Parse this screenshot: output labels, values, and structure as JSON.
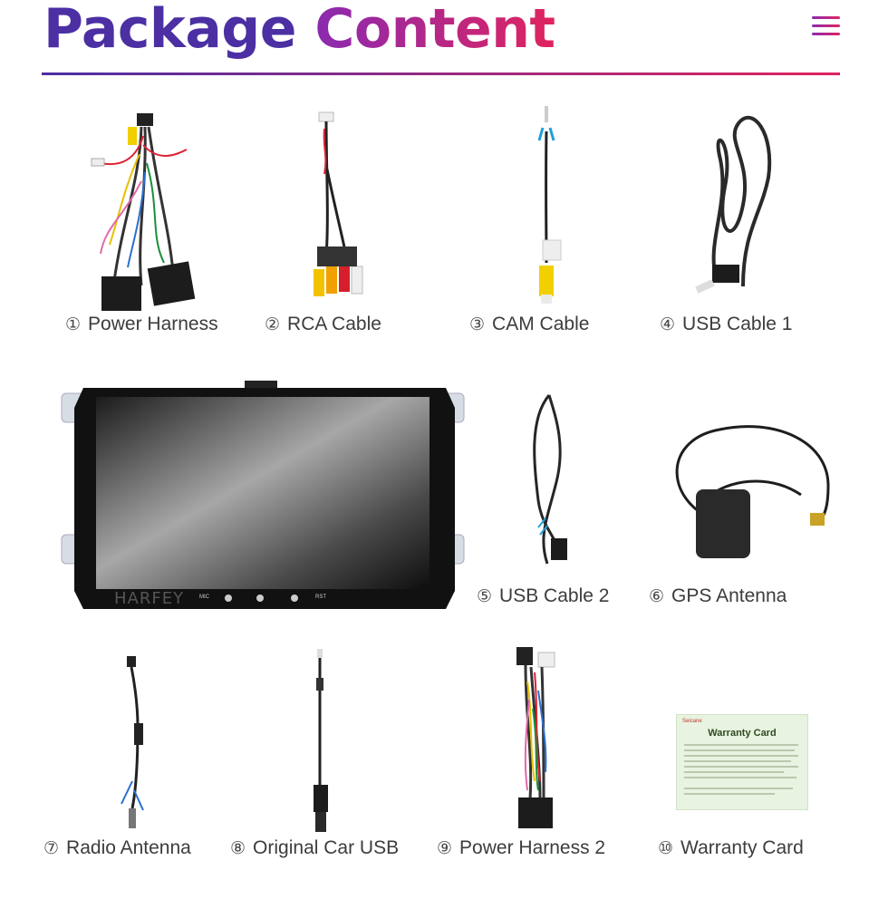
{
  "header": {
    "title_word1": "Package",
    "title_word2": "Content",
    "menu_icon": "hamburger-menu-icon"
  },
  "colors": {
    "title_purple": "#4b2fa3",
    "title_violet": "#8a2ab0",
    "title_pink": "#e0245e",
    "label_text": "#3c3c3c"
  },
  "items": [
    {
      "num": "①",
      "label": "Power Harness"
    },
    {
      "num": "②",
      "label": "RCA Cable"
    },
    {
      "num": "③",
      "label": "CAM Cable"
    },
    {
      "num": "④",
      "label": "USB Cable 1"
    },
    {
      "num": "⑤",
      "label": "USB Cable 2"
    },
    {
      "num": "⑥",
      "label": "GPS Antenna"
    },
    {
      "num": "⑦",
      "label": "Radio Antenna"
    },
    {
      "num": "⑧",
      "label": "Original Car USB"
    },
    {
      "num": "⑨",
      "label": "Power Harness 2"
    },
    {
      "num": "⑩",
      "label": "Warranty Card"
    }
  ],
  "head_unit": {
    "brand": "HARFEY",
    "button_labels": [
      "MIC",
      "RST"
    ]
  },
  "warranty_card": {
    "brand": "Seicane",
    "title": "Warranty Card"
  }
}
